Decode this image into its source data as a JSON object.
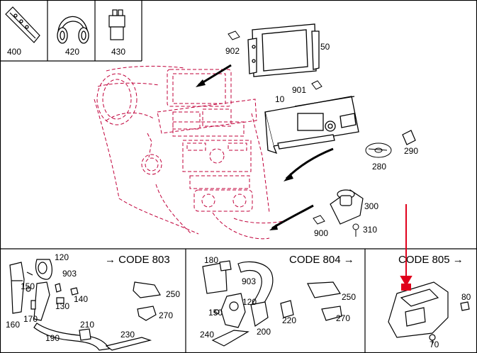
{
  "colors": {
    "line": "#000000",
    "dash": "#c0003a",
    "callout": "#e0001b"
  },
  "top_labels": {
    "p400": "400",
    "p420": "420",
    "p430": "430",
    "p902": "902",
    "p50": "50",
    "p901": "901",
    "p10": "10",
    "p290": "290",
    "p280": "280",
    "p300": "300",
    "p310": "310",
    "p900": "900"
  },
  "panels": {
    "left": {
      "code": "CODE 803",
      "arrow": "→",
      "labels": {
        "p120": "120",
        "p903": "903",
        "p150": "150",
        "p140": "140",
        "p130": "130",
        "p160": "160",
        "p170": "170",
        "p190": "190",
        "p210": "210",
        "p230": "230",
        "p250": "250",
        "p270": "270"
      }
    },
    "middle": {
      "code": "CODE 804",
      "arrow": "→",
      "labels": {
        "p180": "180",
        "p903": "903",
        "p120": "120",
        "p150": "150",
        "p250": "250",
        "p270": "270",
        "p220": "220",
        "p200": "200",
        "p240": "240"
      }
    },
    "right": {
      "code": "CODE 805",
      "arrow": "→",
      "labels": {
        "p80": "80",
        "p70": "70"
      }
    }
  }
}
